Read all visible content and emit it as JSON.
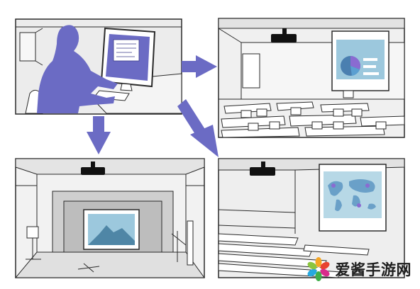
{
  "diagram": {
    "scenes": [
      {
        "id": "pc-operator",
        "label": ""
      },
      {
        "id": "classroom",
        "label": ""
      },
      {
        "id": "auditorium",
        "label": ""
      },
      {
        "id": "lecture-hall",
        "label": ""
      }
    ],
    "arrows": [
      {
        "from": "pc-operator",
        "to": "classroom"
      },
      {
        "from": "pc-operator",
        "to": "auditorium"
      },
      {
        "from": "pc-operator",
        "to": "lecture-hall"
      }
    ],
    "colors": {
      "accent": "#6b6bc4",
      "line": "#2a2a2a",
      "wall": "#e9e9e9",
      "screen_blue": "#9cc8dd",
      "map_sea": "#b7d8e6",
      "map_land": "#6aa0c8",
      "mountain": "#4f86a6"
    }
  },
  "watermark": {
    "text": "爱酱手游网",
    "logo_icon": "pinwheel-logo-icon"
  }
}
